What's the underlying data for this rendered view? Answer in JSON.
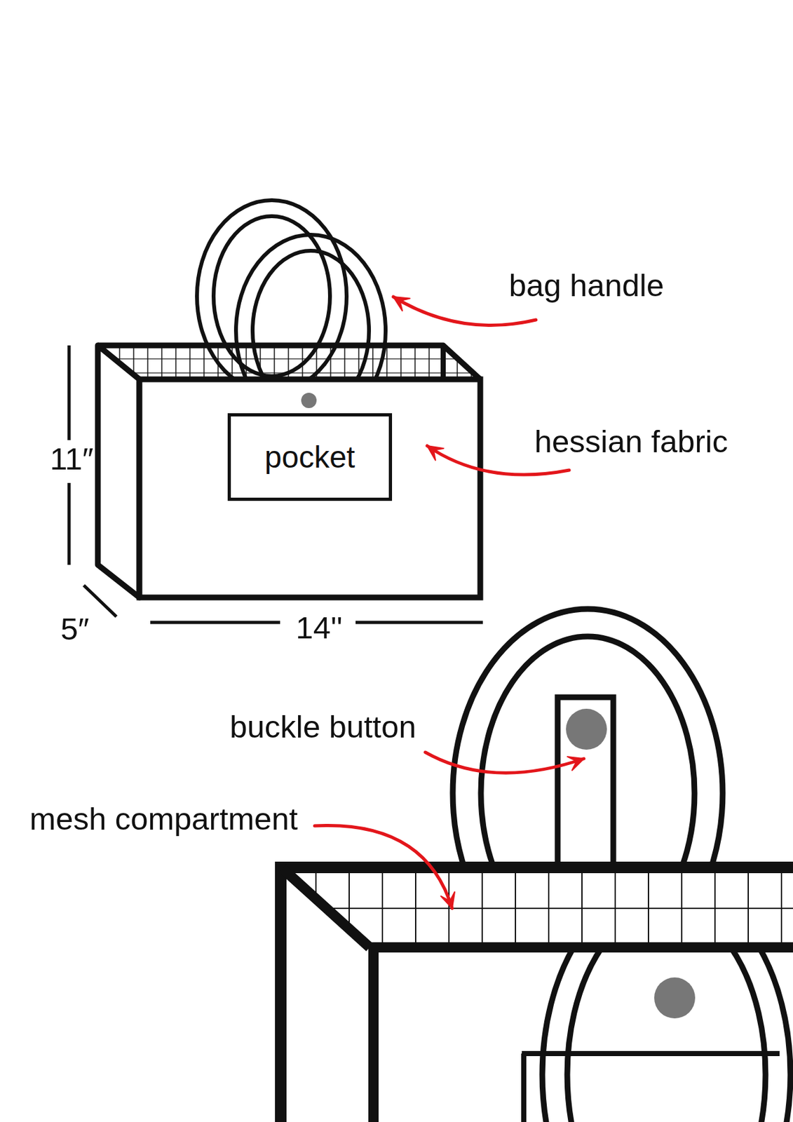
{
  "diagram": {
    "nodes": [
      {
        "text": [
          "pocket"
        ]
      }
    ],
    "labels": [
      "bag handle",
      "hessian fabric",
      "11″",
      "5″",
      "14''",
      "buckle button",
      "mesh compartment"
    ]
  }
}
